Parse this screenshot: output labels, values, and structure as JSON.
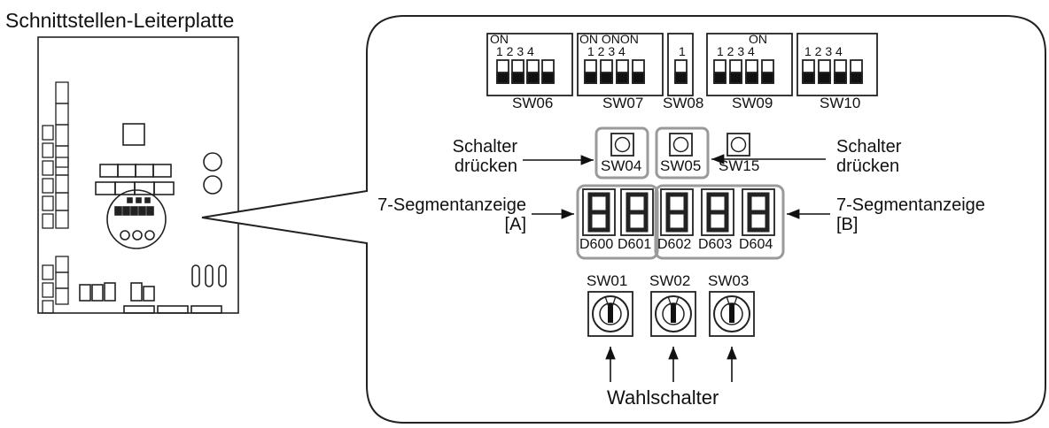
{
  "board": {
    "title": "Schnittstellen-Leiterplatte"
  },
  "dip_switches": [
    {
      "id": "SW06",
      "on_label": "ON",
      "numbers": "1 2 3 4"
    },
    {
      "id": "SW07",
      "on_label": "ON ONON",
      "numbers": "1 2 3 4"
    },
    {
      "id": "SW08",
      "numbers": "1"
    },
    {
      "id": "SW09",
      "on_label": "ON",
      "numbers": "1 2 3 4"
    },
    {
      "id": "SW10",
      "numbers": "1 2 3 4"
    }
  ],
  "push_buttons": [
    {
      "id": "SW04"
    },
    {
      "id": "SW05"
    },
    {
      "id": "SW15"
    }
  ],
  "push_label_left": {
    "line1": "Schalter",
    "line2": "drücken"
  },
  "push_label_right": {
    "line1": "Schalter",
    "line2": "drücken"
  },
  "display_label_left": {
    "line1": "7-Segmentanzeige",
    "line2": "[A]"
  },
  "display_label_right": {
    "line1": "7-Segmentanzeige",
    "line2": "[B]"
  },
  "segment_displays": [
    {
      "id": "D600"
    },
    {
      "id": "D601"
    },
    {
      "id": "D602"
    },
    {
      "id": "D603"
    },
    {
      "id": "D604"
    }
  ],
  "rotary_switches": [
    {
      "id": "SW01"
    },
    {
      "id": "SW02"
    },
    {
      "id": "SW03"
    }
  ],
  "rotary_label": "Wahlschalter"
}
